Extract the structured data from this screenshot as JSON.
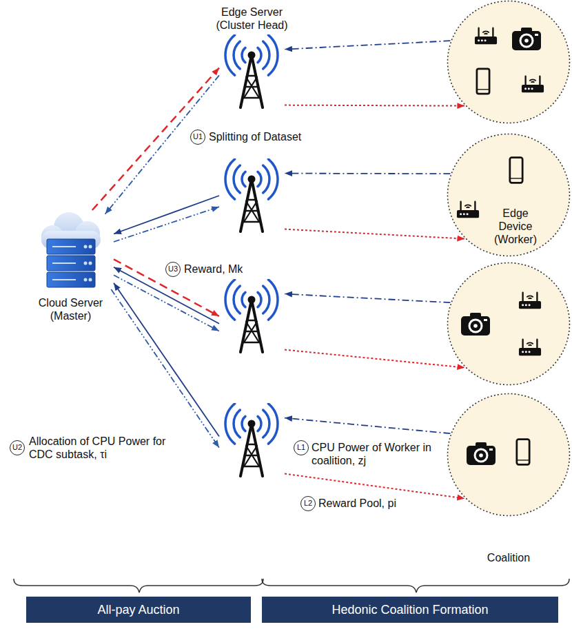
{
  "diagram": {
    "nodes": [
      {
        "text": [
          "Cloud Server (Master)"
        ]
      },
      {
        "text": [
          "Edge Server (Cluster Head)"
        ]
      },
      {
        "text": []
      },
      {
        "text": []
      },
      {
        "text": []
      },
      {
        "text": []
      },
      {
        "text": [
          "Edge Device (Worker)"
        ]
      },
      {
        "text": []
      },
      {
        "text": [
          "Coalition"
        ]
      },
      {
        "text": [
          "All-pay Auction"
        ]
      },
      {
        "text": [
          "Hedonic Coalition Formation"
        ]
      }
    ],
    "edges": [
      {
        "from": 0,
        "to": 1,
        "arrow": "to"
      },
      {
        "from": 1,
        "to": 0,
        "arrow": "to"
      },
      {
        "from": 2,
        "to": 0,
        "arrow": "to"
      },
      {
        "from": 0,
        "to": 2,
        "arrow": "to"
      },
      {
        "from": 0,
        "to": 3,
        "arrow": "to"
      },
      {
        "from": 3,
        "to": 0,
        "arrow": "to"
      },
      {
        "from": 0,
        "to": 3,
        "arrow": "to"
      },
      {
        "from": 4,
        "to": 0,
        "arrow": "to"
      },
      {
        "from": 0,
        "to": 4,
        "arrow": "to"
      },
      {
        "from": 5,
        "to": 1,
        "arrow": "to"
      },
      {
        "from": 1,
        "to": 5,
        "arrow": "to"
      },
      {
        "from": 6,
        "to": 2,
        "arrow": "to"
      },
      {
        "from": 2,
        "to": 6,
        "arrow": "to"
      },
      {
        "from": 7,
        "to": 3,
        "arrow": "to"
      },
      {
        "from": 3,
        "to": 7,
        "arrow": "to"
      },
      {
        "from": 8,
        "to": 4,
        "arrow": "to"
      },
      {
        "from": 4,
        "to": 8,
        "arrow": "to"
      }
    ],
    "labels": [
      "U1",
      "Splitting of Dataset",
      "U3",
      "Reward, Mk",
      "U2",
      "Allocation of CPU Power for CDC subtask, τi",
      "L1",
      "CPU Power of Worker in coalition, zj",
      "L2",
      "Reward Pool, pi"
    ]
  }
}
